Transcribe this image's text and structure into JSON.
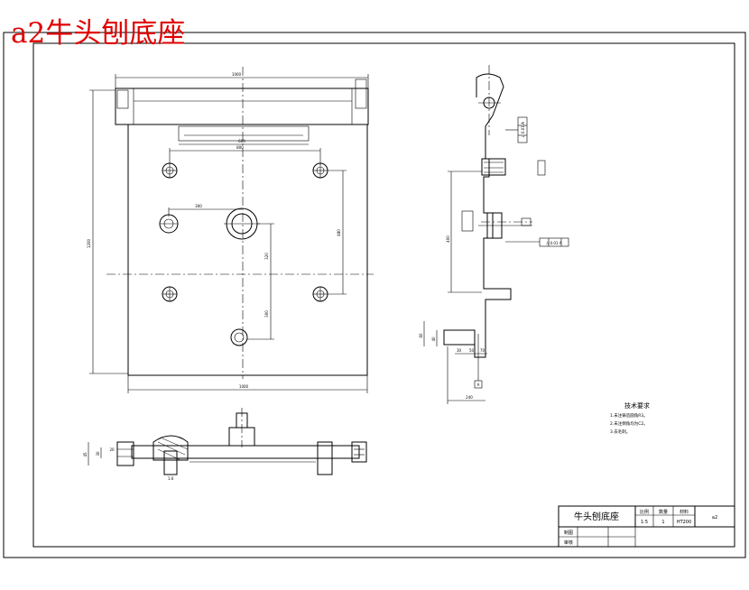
{
  "overlay_title": "a2牛头刨底座",
  "title_block": {
    "part_name": "牛头刨底座",
    "col_scale": "比例",
    "col_qty": "数量",
    "col_material": "材料",
    "scale": "1:5",
    "qty": "1",
    "material": "HT200",
    "drawing_no": "a2",
    "row_drawn": "制图",
    "row_checked": "审核"
  },
  "tech_req": {
    "title": "技术要求",
    "items": [
      "1.未注铸造圆角R3。",
      "2.未注倒角均为C2。",
      "3.去毛刺。"
    ]
  },
  "callouts": {
    "perp_frame": "⊥ 0.01 A",
    "par_frame": "// 0.01 A",
    "datum": "A"
  },
  "dims": {
    "top_width": "1000",
    "bottom_width": "1000",
    "left_height": "1200",
    "hole_span": "800",
    "slot_width": "600",
    "bore_offset": "300",
    "vert_span": "480",
    "bore_vert": "320",
    "lower_vert": "300",
    "side_height": "400",
    "side_width": "240",
    "side_small": "70",
    "side_small2": "50",
    "side_left": "30",
    "side_d1": "40",
    "side_d2": "60",
    "left_d1": "30",
    "left_d2": "20",
    "left_d3": "45",
    "surf_roughness": "1.6"
  }
}
